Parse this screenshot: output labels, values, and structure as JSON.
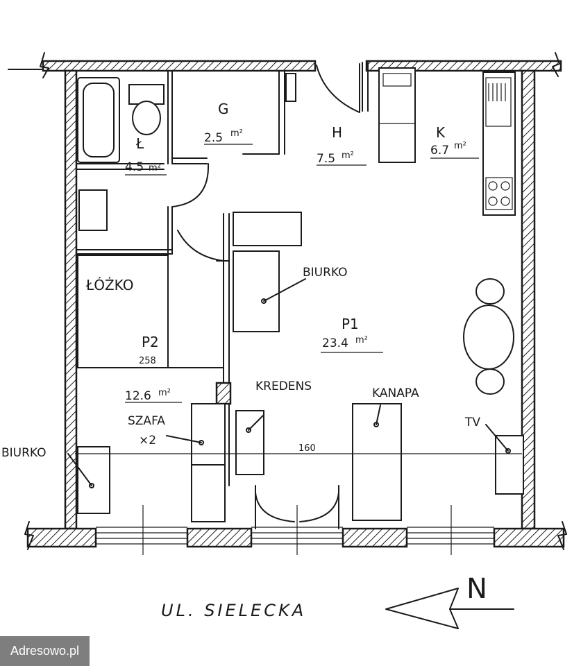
{
  "rooms": {
    "bathroom": {
      "name": "Ł",
      "area": "4.5",
      "unit": "m²"
    },
    "wc": {
      "name": "G",
      "area": "2.5",
      "unit": "m²"
    },
    "hall": {
      "name": "H",
      "area": "7.5",
      "unit": "m²"
    },
    "kitchen": {
      "name": "K",
      "area": "6.7",
      "unit": "m²"
    },
    "living": {
      "name": "P1",
      "area": "23.4",
      "unit": "m²"
    },
    "bedroom": {
      "name": "P2",
      "height": "258",
      "area": "12.6",
      "unit": "m²"
    }
  },
  "furniture": {
    "bed": "ŁÓŻKO",
    "desk_main": "BIURKO",
    "desk_side": "BIURKO",
    "sideboard": "KREDENS",
    "sofa": "KANAPA",
    "wardrobe_1": "SZAFA",
    "wardrobe_2": "×2",
    "tv": "TV"
  },
  "dimension": "160",
  "street": "UL. SIELECKA",
  "compass": "N",
  "watermark": "Adresowo.pl"
}
